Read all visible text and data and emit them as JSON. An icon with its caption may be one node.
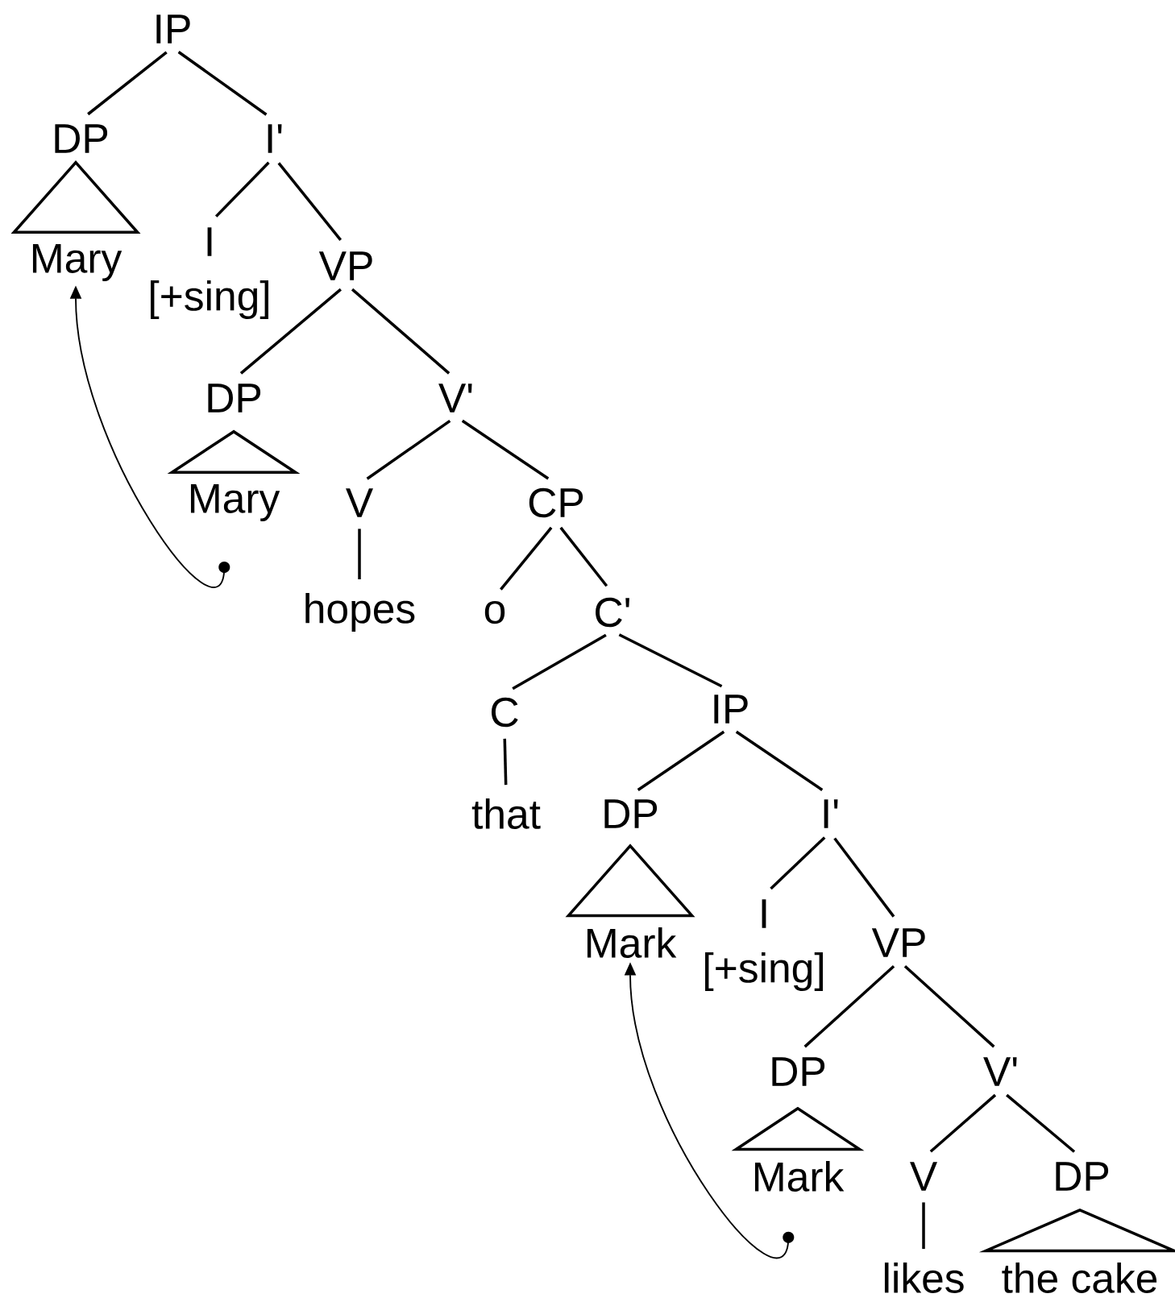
{
  "diagram": {
    "nodes": [
      {
        "text": [
          "IP"
        ]
      },
      {
        "text": [
          "DP"
        ]
      },
      {
        "text": [
          "I'"
        ]
      },
      {
        "text": [
          "Mary"
        ]
      },
      {
        "text": [
          "I"
        ],
        "beside": [
          "[+sing]"
        ]
      },
      {
        "text": [
          "VP"
        ]
      },
      {
        "text": [
          "DP"
        ]
      },
      {
        "text": [
          "V'"
        ]
      },
      {
        "text": [
          "Mary"
        ]
      },
      {
        "text": [
          "V"
        ]
      },
      {
        "text": [
          "CP"
        ]
      },
      {
        "text": [
          "hopes"
        ]
      },
      {
        "text": [
          "o"
        ]
      },
      {
        "text": [
          "C'"
        ]
      },
      {
        "text": [
          "C"
        ]
      },
      {
        "text": [
          "IP"
        ]
      },
      {
        "text": [
          "that"
        ]
      },
      {
        "text": [
          "DP"
        ]
      },
      {
        "text": [
          "I'"
        ]
      },
      {
        "text": [
          "Mark"
        ]
      },
      {
        "text": [
          "I"
        ],
        "beside": [
          "[+sing]"
        ]
      },
      {
        "text": [
          "VP"
        ]
      },
      {
        "text": [
          "DP"
        ]
      },
      {
        "text": [
          "V'"
        ]
      },
      {
        "text": [
          "Mark"
        ]
      },
      {
        "text": [
          "V"
        ]
      },
      {
        "text": [
          "DP"
        ]
      },
      {
        "text": [
          "likes"
        ]
      },
      {
        "text": [
          "the cake"
        ]
      }
    ],
    "edges": [
      {
        "from": 0,
        "to": 1,
        "arrow": "none"
      },
      {
        "from": 0,
        "to": 2,
        "arrow": "none"
      },
      {
        "from": 2,
        "to": 4,
        "arrow": "none"
      },
      {
        "from": 2,
        "to": 5,
        "arrow": "none"
      },
      {
        "from": 5,
        "to": 6,
        "arrow": "none"
      },
      {
        "from": 5,
        "to": 7,
        "arrow": "none"
      },
      {
        "from": 7,
        "to": 9,
        "arrow": "none"
      },
      {
        "from": 7,
        "to": 10,
        "arrow": "none"
      },
      {
        "from": 9,
        "to": 11,
        "arrow": "none"
      },
      {
        "from": 10,
        "to": 12,
        "arrow": "none"
      },
      {
        "from": 10,
        "to": 13,
        "arrow": "none"
      },
      {
        "from": 13,
        "to": 14,
        "arrow": "none"
      },
      {
        "from": 13,
        "to": 15,
        "arrow": "none"
      },
      {
        "from": 14,
        "to": 16,
        "arrow": "none"
      },
      {
        "from": 15,
        "to": 17,
        "arrow": "none"
      },
      {
        "from": 15,
        "to": 18,
        "arrow": "none"
      },
      {
        "from": 18,
        "to": 20,
        "arrow": "none"
      },
      {
        "from": 18,
        "to": 21,
        "arrow": "none"
      },
      {
        "from": 21,
        "to": 22,
        "arrow": "none"
      },
      {
        "from": 21,
        "to": 23,
        "arrow": "none"
      },
      {
        "from": 23,
        "to": 25,
        "arrow": "none"
      },
      {
        "from": 23,
        "to": 26,
        "arrow": "none"
      },
      {
        "from": 25,
        "to": 27,
        "arrow": "none"
      },
      {
        "from": 8,
        "to": 3,
        "arrow": "to"
      },
      {
        "from": 24,
        "to": 19,
        "arrow": "to"
      }
    ]
  }
}
